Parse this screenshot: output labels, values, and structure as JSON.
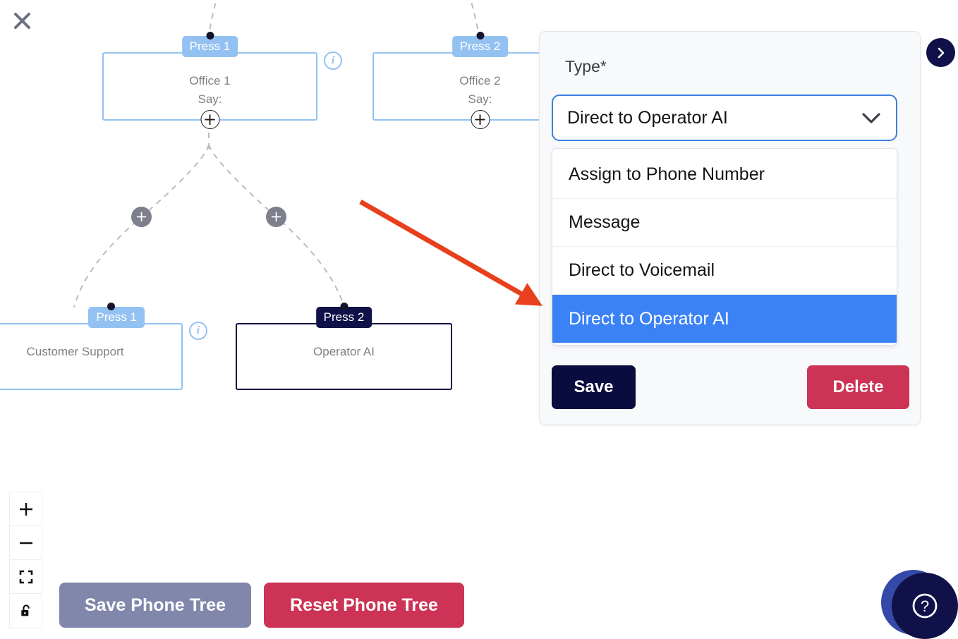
{
  "app": {
    "close_label": "×",
    "collapse_label": "chevron-right"
  },
  "tree": {
    "nodes": [
      {
        "badge": "Press 1",
        "title": "Office 1",
        "subtitle": "Say:",
        "style": "light",
        "has_info": true,
        "has_plus": true
      },
      {
        "badge": "Press 2",
        "title": "Office 2",
        "subtitle": "Say:",
        "style": "light",
        "has_info": false,
        "has_plus": true
      },
      {
        "badge": "Press 1",
        "title": "Customer Support",
        "subtitle": "",
        "style": "light",
        "has_info": true,
        "has_plus": false
      },
      {
        "badge": "Press 2",
        "title": "Operator AI",
        "subtitle": "",
        "style": "dark",
        "has_info": false,
        "has_plus": false
      }
    ],
    "add_branch_label": "+",
    "add_child_label": "+",
    "info_label": "i"
  },
  "panel": {
    "type_label": "Type*",
    "selected_type": "Direct to Operator AI",
    "options": [
      "Assign to Phone Number",
      "Message",
      "Direct to Voicemail",
      "Direct to Operator AI"
    ],
    "selected_index": 3,
    "save_label": "Save",
    "delete_label": "Delete"
  },
  "zoom_controls": {
    "zoom_in": "+",
    "zoom_out": "−",
    "fit_view": "fit-view",
    "lock": "unlocked-padlock"
  },
  "footer": {
    "save_tree_label": "Save Phone Tree",
    "reset_tree_label": "Reset Phone Tree"
  },
  "help": {
    "label": "?"
  },
  "colors": {
    "node_light_border": "#93c2f2",
    "node_dark_border": "#0f1148",
    "badge_light": "#93c2f2",
    "badge_dark": "#0f1148",
    "select_focus": "#3d7fe0",
    "option_selected": "#3b82f6",
    "danger": "#cc3355",
    "primary_dark": "#0a0b3f",
    "muted_button": "#8186ab",
    "annotation_arrow": "#e8401c"
  }
}
